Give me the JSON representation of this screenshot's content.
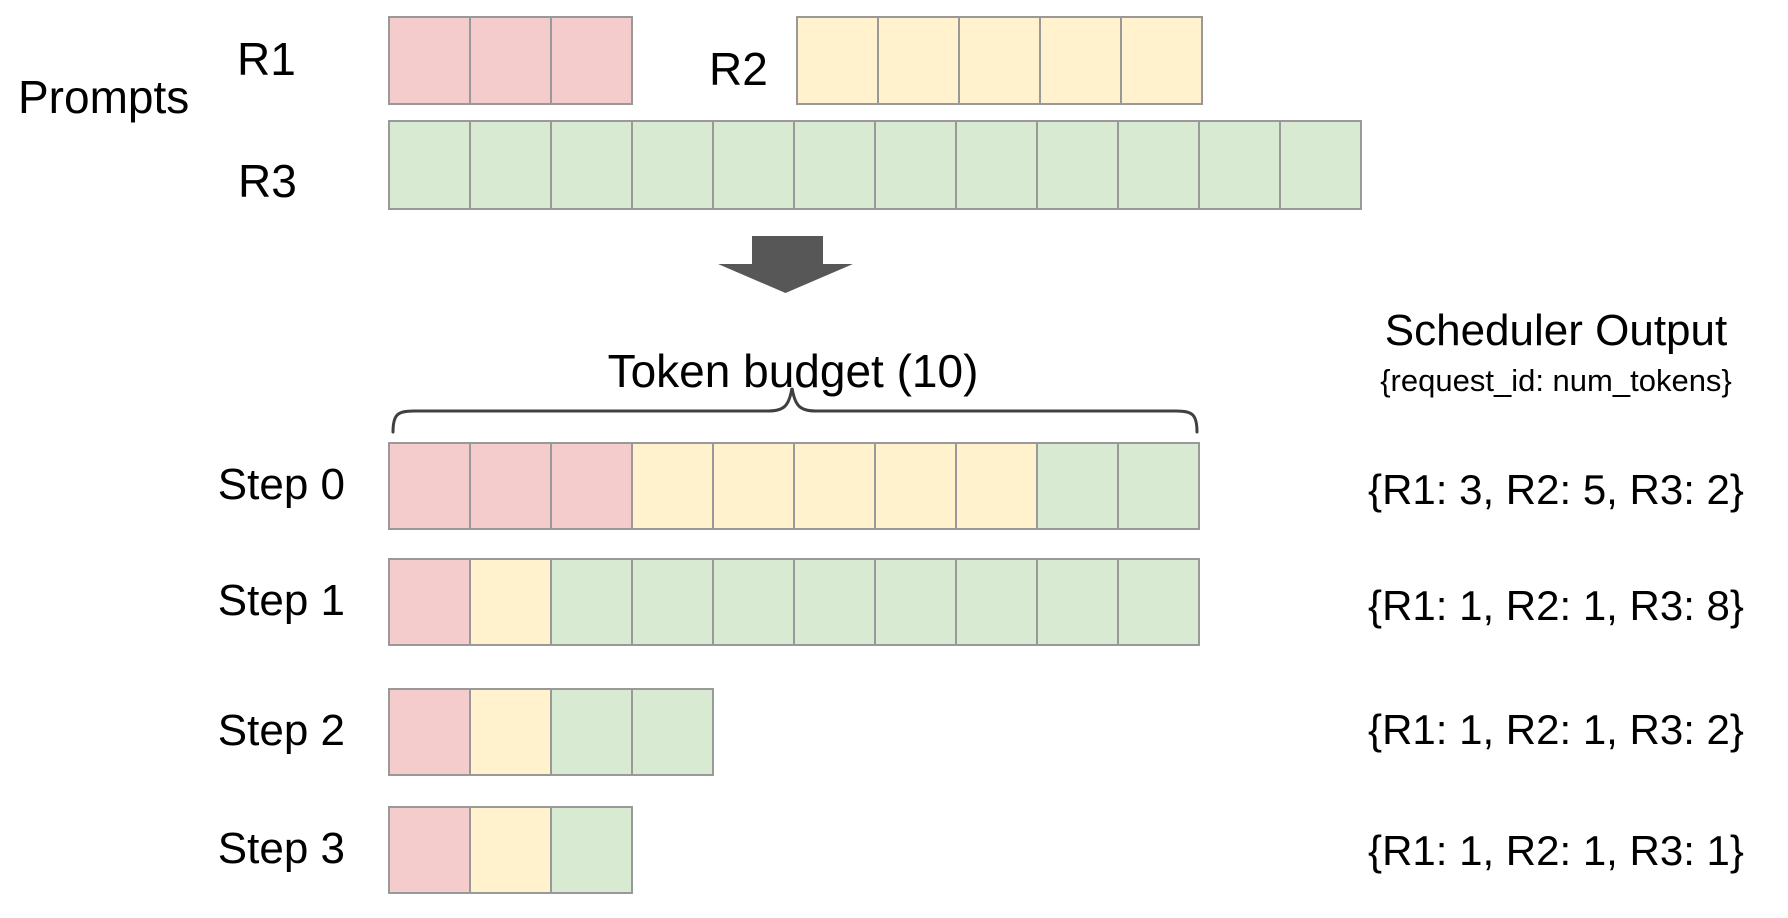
{
  "palette": {
    "r1": "#f4cccc",
    "r2": "#fff2cc",
    "r3": "#d9ead3",
    "cell_border": "#999999",
    "arrow": "#575757",
    "brace": "#404040",
    "text": "#000000"
  },
  "prompts": {
    "label": "Prompts",
    "requests": [
      {
        "id": "R1",
        "label": "R1",
        "color_key": "r1",
        "num_tokens": 3
      },
      {
        "id": "R2",
        "label": "R2",
        "color_key": "r2",
        "num_tokens": 5
      },
      {
        "id": "R3",
        "label": "R3",
        "color_key": "r3",
        "num_tokens": 12
      }
    ]
  },
  "token_budget": {
    "label": "Token budget (10)",
    "value": 10
  },
  "scheduler_output": {
    "title": "Scheduler Output",
    "subtitle": "{request_id: num_tokens}",
    "steps": [
      {
        "label": "Step 0",
        "allocation": {
          "r1": 3,
          "r2": 5,
          "r3": 2
        },
        "output_text": "{R1: 3, R2: 5, R3: 2}"
      },
      {
        "label": "Step 1",
        "allocation": {
          "r1": 1,
          "r2": 1,
          "r3": 8
        },
        "output_text": "{R1: 1, R2: 1, R3: 8}"
      },
      {
        "label": "Step 2",
        "allocation": {
          "r1": 1,
          "r2": 1,
          "r3": 2
        },
        "output_text": "{R1: 1, R2: 1, R3: 2}"
      },
      {
        "label": "Step 3",
        "allocation": {
          "r1": 1,
          "r2": 1,
          "r3": 1
        },
        "output_text": "{R1: 1, R2: 1, R3: 1}"
      }
    ]
  }
}
